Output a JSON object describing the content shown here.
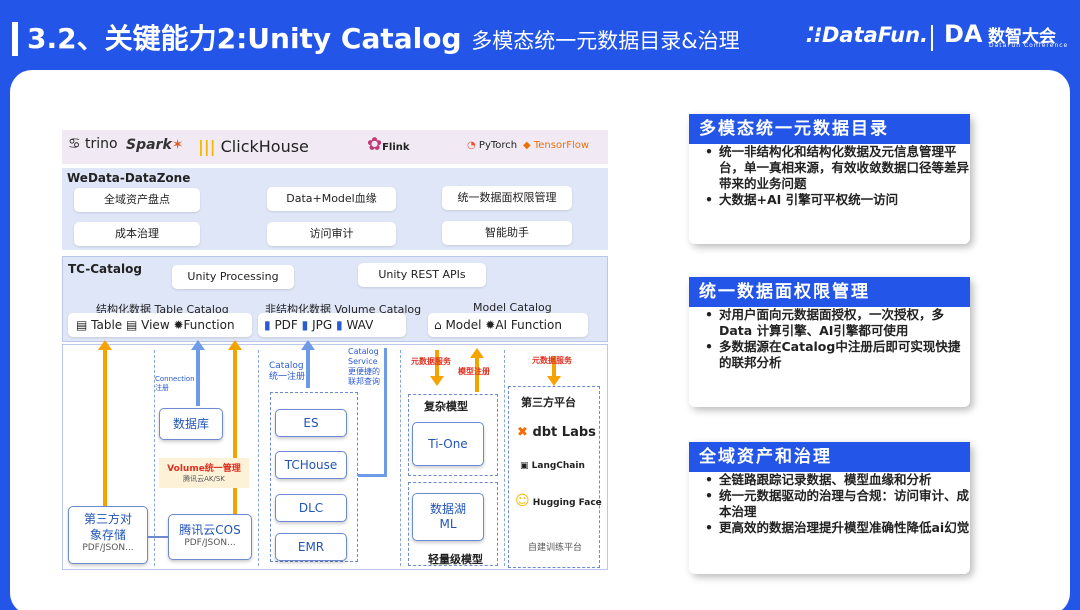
{
  "header": {
    "title_main": "3.2、关键能力2:Unity Catalog",
    "title_sub": "多模态统一元数据目录&治理",
    "logo_datafun": "DataFun.",
    "logo_da": "DA",
    "logo_da_cn": "数智大会",
    "logo_da_en": "DataFun Conference"
  },
  "diagram": {
    "engines": [
      "trino",
      "Spark",
      "ClickHouse",
      "Flink",
      "PyTorch",
      "TensorFlow"
    ],
    "wedata": {
      "title": "WeData-DataZone",
      "items": [
        "全域资产盘点",
        "Data+Model血缘",
        "统一数据面权限管理",
        "成本治理",
        "访问审计",
        "智能助手"
      ]
    },
    "tc": {
      "title": "TC-Catalog",
      "unity_processing": "Unity Processing",
      "unity_rest": "Unity REST APIs",
      "structured": {
        "title": "结构化数据 Table Catalog",
        "items": [
          "Table",
          "View",
          "Function"
        ]
      },
      "unstructured": {
        "title": "非结构化数据 Volume Catalog",
        "items": [
          "PDF",
          "JPG",
          "WAV"
        ]
      },
      "model": {
        "title": "Model Catalog",
        "items": [
          "Model",
          "AI Function"
        ]
      }
    },
    "notes": {
      "connection": "Connection\n注册",
      "catalog_reg": "Catalog\n统一注册",
      "catalog_service": "Catalog\nService\n更便捷的\n联邦查询",
      "meta_service_left": "元数据服务",
      "model_reg": "模型注册",
      "meta_service_right": "元数据服务"
    },
    "database": "数据库",
    "volume_mgmt": {
      "title": "Volume统一管理",
      "sub": "腾讯云AK/SK"
    },
    "third_party_storage": {
      "title": "第三方对\n象存储",
      "sub": "PDF/JSON..."
    },
    "tencent_cos": {
      "title": "腾讯云COS",
      "sub": "PDF/JSON..."
    },
    "compute": [
      "ES",
      "TCHouse",
      "DLC",
      "EMR"
    ],
    "complex_model": {
      "title": "复杂模型",
      "item": "Ti-One"
    },
    "lightweight": {
      "item": "数据湖\nML",
      "title": "轻量级模型"
    },
    "third_platform": {
      "title": "第三方平台",
      "items": [
        "dbt Labs",
        "LangChain",
        "Hugging Face"
      ],
      "footer": "自建训练平台"
    }
  },
  "cards": [
    {
      "title": "多模态统一元数据目录",
      "bullets": [
        "统一非结构化和结构化数据及元信息管理平台，单一真相来源，有效收敛数据口径等差异带来的业务问题",
        "大数据+AI 引擎可平权统一访问"
      ]
    },
    {
      "title": "统一数据面权限管理",
      "bullets": [
        "对用户面向元数据面授权，一次授权，多Data 计算引擎、AI引擎都可使用",
        "多数据源在Catalog中注册后即可实现快捷的联邦分析"
      ]
    },
    {
      "title": "全域资产和治理",
      "bullets": [
        "全链路跟踪记录数据、模型血缘和分析",
        "统一元数据驱动的治理与合规：访问审计、成本治理",
        "更高效的数据治理提升模型准确性降低ai幻觉"
      ]
    }
  ],
  "colors": {
    "brand_blue": "#2255e8",
    "arrow_orange": "#f5a300",
    "arrow_blue": "#6d9be8",
    "note_red": "#e03020"
  }
}
